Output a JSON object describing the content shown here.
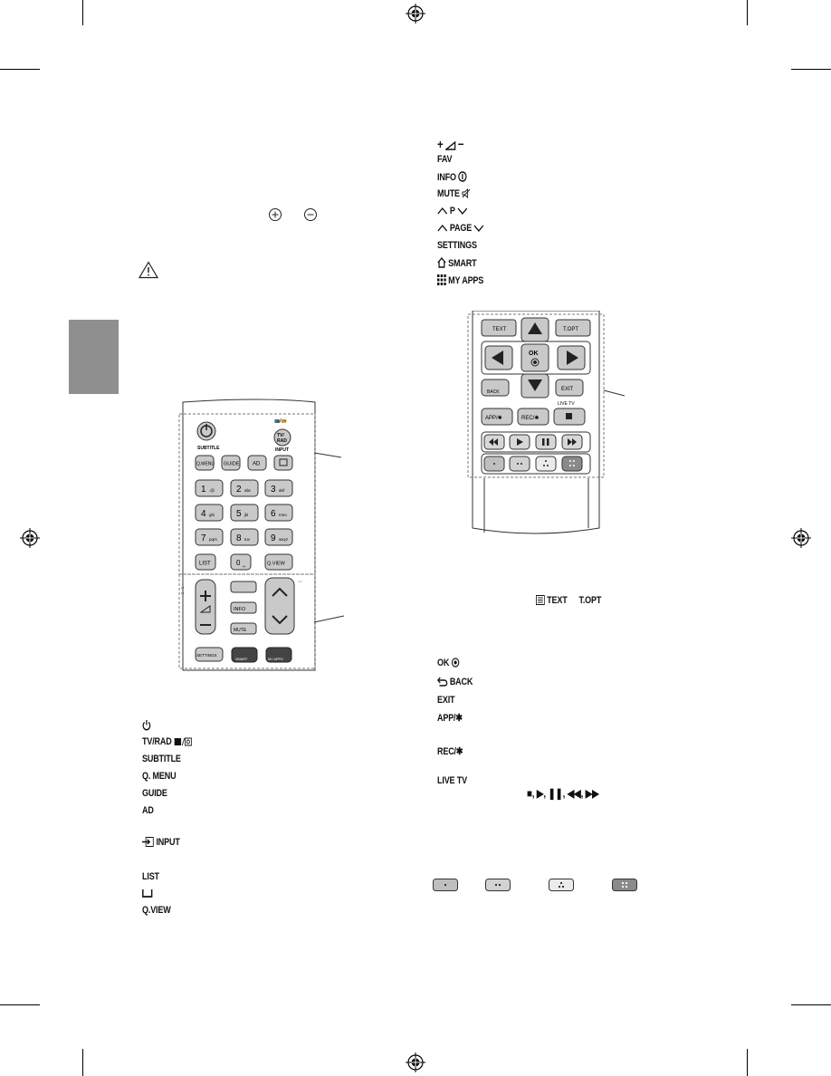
{
  "vol_icons": {
    "plus": "+",
    "minus": "−"
  },
  "left_list": [
    "",
    "TV/RAD",
    "SUBTITLE",
    "Q. MENU",
    "GUIDE",
    "AD",
    "INPUT",
    "LIST",
    "",
    "Q.VIEW"
  ],
  "right_top_list": [
    "",
    "FAV",
    "INFO",
    "MUTE",
    "P",
    "PAGE",
    "SETTINGS",
    "SMART",
    "MY APPS"
  ],
  "right_mid": {
    "text_label": "TEXT",
    "topt_label": "T.OPT"
  },
  "right_bottom_list": [
    "OK",
    "BACK",
    "EXIT",
    "APP/✱",
    "REC/✱",
    "LIVE TV"
  ],
  "playback_keys": "■, ▶, ❚❚, ◀◀, ▶▶",
  "remote1": {
    "top_tag": "📺/📻",
    "subtitle": "SUBTITLE",
    "input_tag": "INPUT",
    "tvrad": "TV/\nRAD",
    "qmenu": "Q.MENU",
    "guide": "GUIDE",
    "ad": "AD",
    "digits": [
      "1",
      "2",
      "3",
      "4",
      "5",
      "6",
      "7",
      "8",
      "9",
      "0"
    ],
    "digit_sub": [
      ".@",
      "abc",
      "def",
      "ghi",
      "jkl",
      "mno",
      "pqrs",
      "tuv",
      "wxyz",
      "␣"
    ],
    "list": "LIST",
    "qview": "Q.VIEW",
    "info": "INFO",
    "mute": "MUTE",
    "settings": "SETTINGS",
    "smart": "SMART",
    "myapps": "MY APPS"
  },
  "remote2": {
    "text": "TEXT",
    "topt": "T.OPT",
    "ok": "OK",
    "back": "BACK",
    "exit": "EXIT",
    "livetv": "LIVE TV",
    "app": "APP/✱",
    "rec": "REC/✱"
  }
}
